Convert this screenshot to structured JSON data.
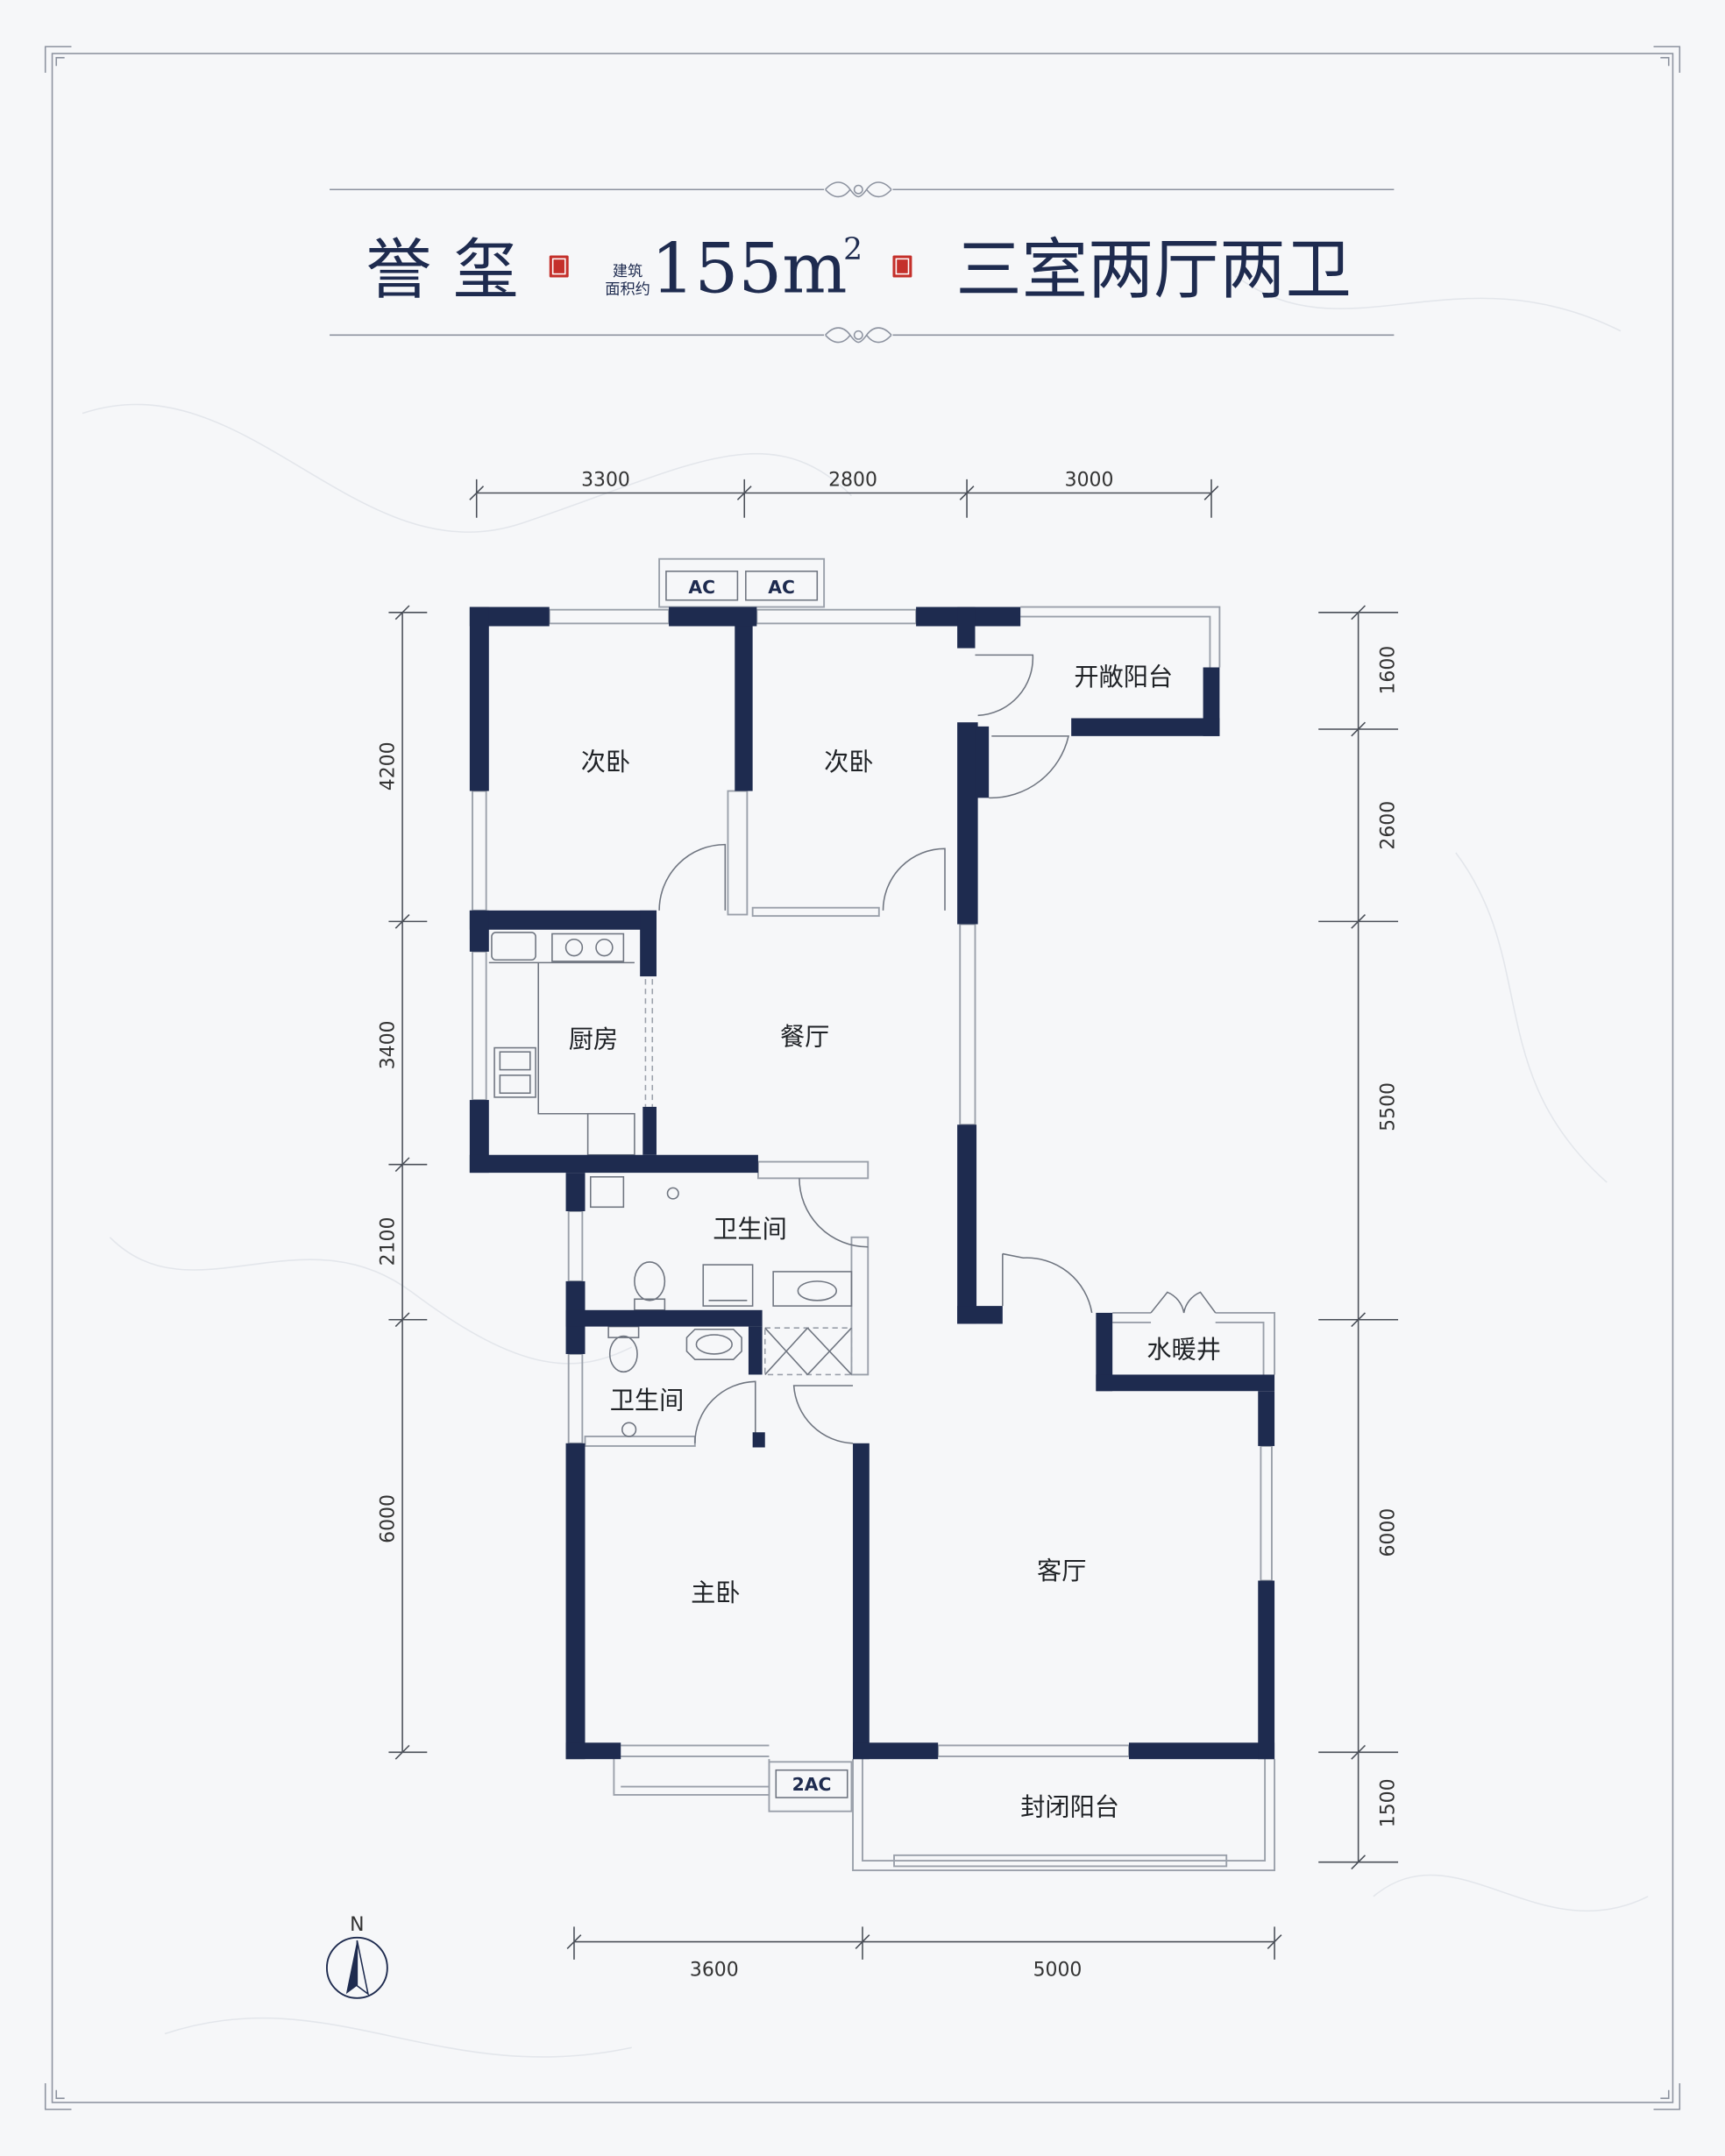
{
  "title": {
    "project_name": "誉 玺",
    "area_caption_line1": "建筑",
    "area_caption_line2": "面积约",
    "area_value": "155m",
    "area_superscript": "2",
    "unit_layout": "三室两厅两卫"
  },
  "dimensions": {
    "top": [
      "3300",
      "2800",
      "3000"
    ],
    "left": [
      "4200",
      "3400",
      "2100",
      "6000"
    ],
    "right": [
      "1600",
      "2600",
      "5500",
      "6000",
      "1500"
    ],
    "bottom": [
      "3600",
      "5000"
    ]
  },
  "rooms": [
    {
      "name": "次卧"
    },
    {
      "name": "次卧"
    },
    {
      "name": "开敞阳台"
    },
    {
      "name": "厨房"
    },
    {
      "name": "餐厅"
    },
    {
      "name": "卫生间"
    },
    {
      "name": "卫生间"
    },
    {
      "name": "水暖井"
    },
    {
      "name": "主卧"
    },
    {
      "name": "客厅"
    },
    {
      "name": "封闭阳台"
    }
  ],
  "equipment": {
    "ac_unit_1": "AC",
    "ac_unit_2": "AC",
    "ac_unit_master": "2AC"
  },
  "compass": {
    "north_label": "N",
    "icon": "north-arrow-icon"
  },
  "icons": {
    "seal_left": "red-seal-icon",
    "seal_right": "red-seal-icon",
    "title_ornament": "knot-ornament-icon"
  },
  "colors": {
    "wall": "#1e2b4f",
    "title_text": "#1e2b4f",
    "seal": "#c4302b",
    "thin_line": "#9aa0aa",
    "background": "#f6f7f9",
    "dimension_text": "#333333"
  }
}
